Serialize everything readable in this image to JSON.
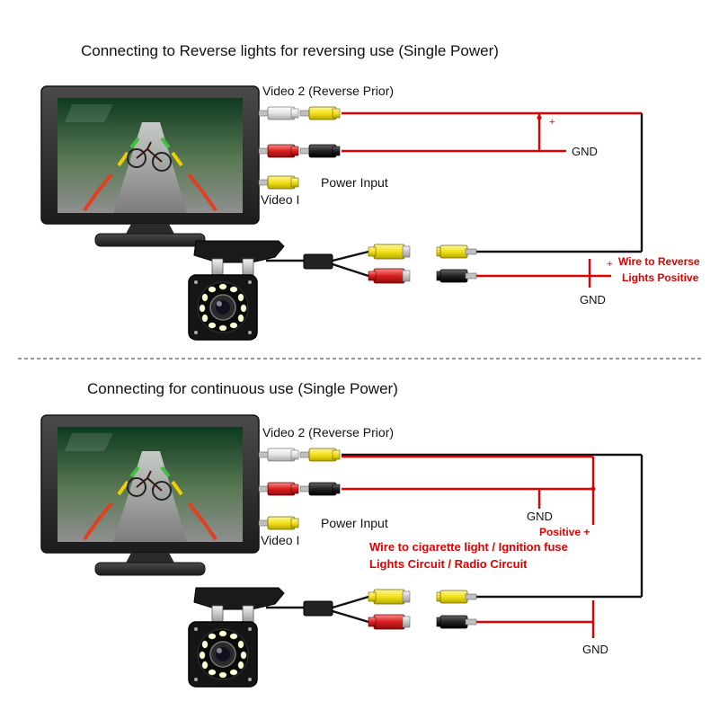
{
  "diagram1": {
    "title": "Connecting to Reverse lights for reversing use (Single Power)",
    "video2_label": "Video 2 (Reverse Prior)",
    "power_input_label": "Power Input",
    "video1_label": "Video I",
    "gnd_top_label": "GND",
    "gnd_bottom_label": "GND",
    "plus_symbol_top": "+",
    "plus_symbol_bottom": "+",
    "reverse_note_line1": "Wire to Reverse",
    "reverse_note_line2": "Lights Positive"
  },
  "diagram2": {
    "title": "Connecting for continuous use (Single Power)",
    "video2_label": "Video 2 (Reverse Prior)",
    "power_input_label": "Power Input",
    "video1_label": "Video I",
    "gnd_top_label": "GND",
    "gnd_bottom_label": "GND",
    "positive_label": "Positive +",
    "note_line1": "Wire to cigarette light / Ignition fuse",
    "note_line2": "Lights Circuit / Radio Circuit"
  },
  "colors": {
    "power_wire": "#e00000",
    "signal_wire": "#111111",
    "label_red": "#e00000",
    "rca_yellow": "#f2e21a",
    "rca_red": "#d81f1f",
    "rca_white": "#e8e8e8",
    "divider": "#555555"
  },
  "icons": [
    "monitor-icon",
    "backup-camera-icon",
    "rca-plug-icon"
  ]
}
